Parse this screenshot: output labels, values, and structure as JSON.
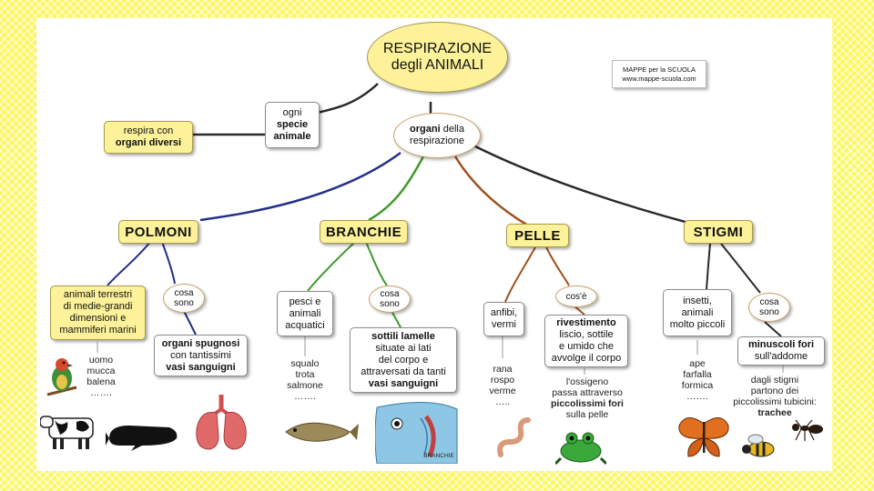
{
  "title": {
    "line1": "RESPIRAZIONE",
    "line2": "degli ANIMALI"
  },
  "credit": {
    "line1": "MAPPE per la SCUOLA",
    "line2": "www.mappe-scuola.com"
  },
  "ogni_specie": {
    "l1": "ogni",
    "l2": "specie",
    "l3": "animale"
  },
  "respira_con": {
    "l1": "respira con",
    "l2": "organi diversi"
  },
  "organi": {
    "bold": "organi",
    "rest": " della",
    "l2": "respirazione"
  },
  "categories": {
    "polmoni": "POLMONI",
    "branchie": "BRANCHIE",
    "pelle": "PELLE",
    "stigmi": "STIGMI"
  },
  "polmoni": {
    "who": [
      "animali terrestri",
      "di medie-grandi",
      "dimensioni e",
      "mammiferi marini"
    ],
    "cosa": [
      "cosa",
      "sono"
    ],
    "what_bold": "organi spugnosi",
    "what_l2": "con tantissimi",
    "what_l3": "vasi sanguigni",
    "examples": [
      "uomo",
      "mucca",
      "balena",
      "……."
    ]
  },
  "branchie": {
    "who": [
      "pesci e",
      "animali",
      "acquatici"
    ],
    "cosa": [
      "cosa",
      "sono"
    ],
    "what_bold": "sottili lamelle",
    "what_l2": "situate ai lati",
    "what_l3": "del corpo e",
    "what_l4": "attraversati da tanti",
    "what_l5": "vasi sanguigni",
    "examples": [
      "squalo",
      "trota",
      "salmone",
      "……."
    ],
    "fish_label": "BRANCHIE"
  },
  "pelle": {
    "who": [
      "anfibi,",
      "vermi"
    ],
    "cose": "cos'è",
    "what_bold": "rivestimento",
    "what_l2": "liscio, sottile",
    "what_l3": "e umido che",
    "what_l4": "avvolge il corpo",
    "examples": [
      "rana",
      "rospo",
      "verme",
      "….."
    ],
    "desc_l1": "l'ossigeno",
    "desc_l2": "passa attraverso",
    "desc_bold": "piccolissimi fori",
    "desc_l4": "sulla pelle"
  },
  "stigmi": {
    "who": [
      "insetti,",
      "animali",
      "molto piccoli"
    ],
    "cosa": [
      "cosa",
      "sono"
    ],
    "what_bold": "minuscoli fori",
    "what_l2": "sull'addome",
    "examples": [
      "ape",
      "farfalla",
      "formica",
      "……."
    ],
    "desc_l1": "dagli stigmi",
    "desc_l2": "partono dei",
    "desc_l3": "piccolissimi tubicini:",
    "desc_bold": "trachee"
  },
  "colors": {
    "background": "#fbf75a",
    "box_yellow": "#fdf29a",
    "line_blue": "#23308a",
    "line_green": "#3f9a2a",
    "line_brown": "#a0521d",
    "line_dark": "#2a2a2a"
  }
}
